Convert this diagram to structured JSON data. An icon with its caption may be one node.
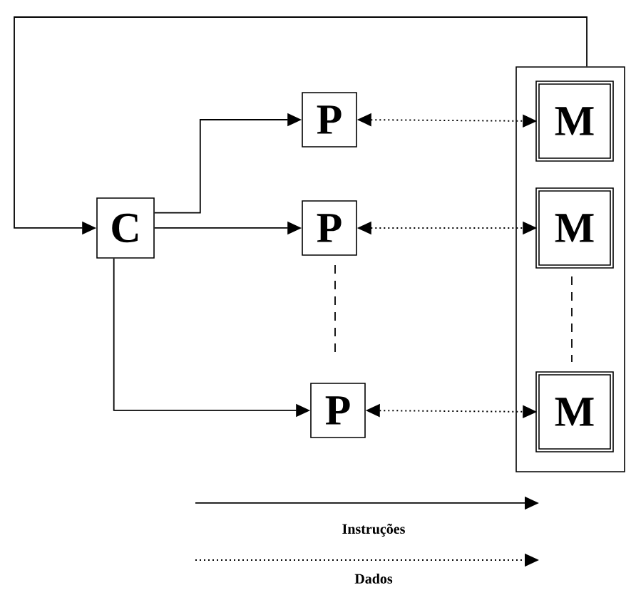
{
  "diagram": {
    "nodes": [
      {
        "text": [
          "C"
        ]
      },
      {
        "text": [
          "P"
        ]
      },
      {
        "text": [
          "P"
        ]
      },
      {
        "text": [
          "P"
        ]
      },
      {
        "text": [],
        "shape": "box"
      },
      {
        "text": [
          "M"
        ],
        "in": 4
      },
      {
        "text": [
          "M"
        ],
        "in": 4
      },
      {
        "text": [
          "M"
        ],
        "in": 4
      }
    ],
    "edges": [
      {
        "from": 4,
        "to": 0,
        "arrow": "to"
      },
      {
        "from": 0,
        "to": 1,
        "arrow": "to"
      },
      {
        "from": 0,
        "to": 2,
        "arrow": "to"
      },
      {
        "from": 0,
        "to": 3,
        "arrow": "to"
      },
      {
        "from": 1,
        "to": 5,
        "arrow": "both",
        "style": "dashed"
      },
      {
        "from": 2,
        "to": 6,
        "arrow": "both",
        "style": "dashed"
      },
      {
        "from": 3,
        "to": 7,
        "arrow": "both",
        "style": "dashed"
      }
    ],
    "legend": [
      {
        "text": "Instruções"
      },
      {
        "text": "Dados"
      }
    ]
  }
}
